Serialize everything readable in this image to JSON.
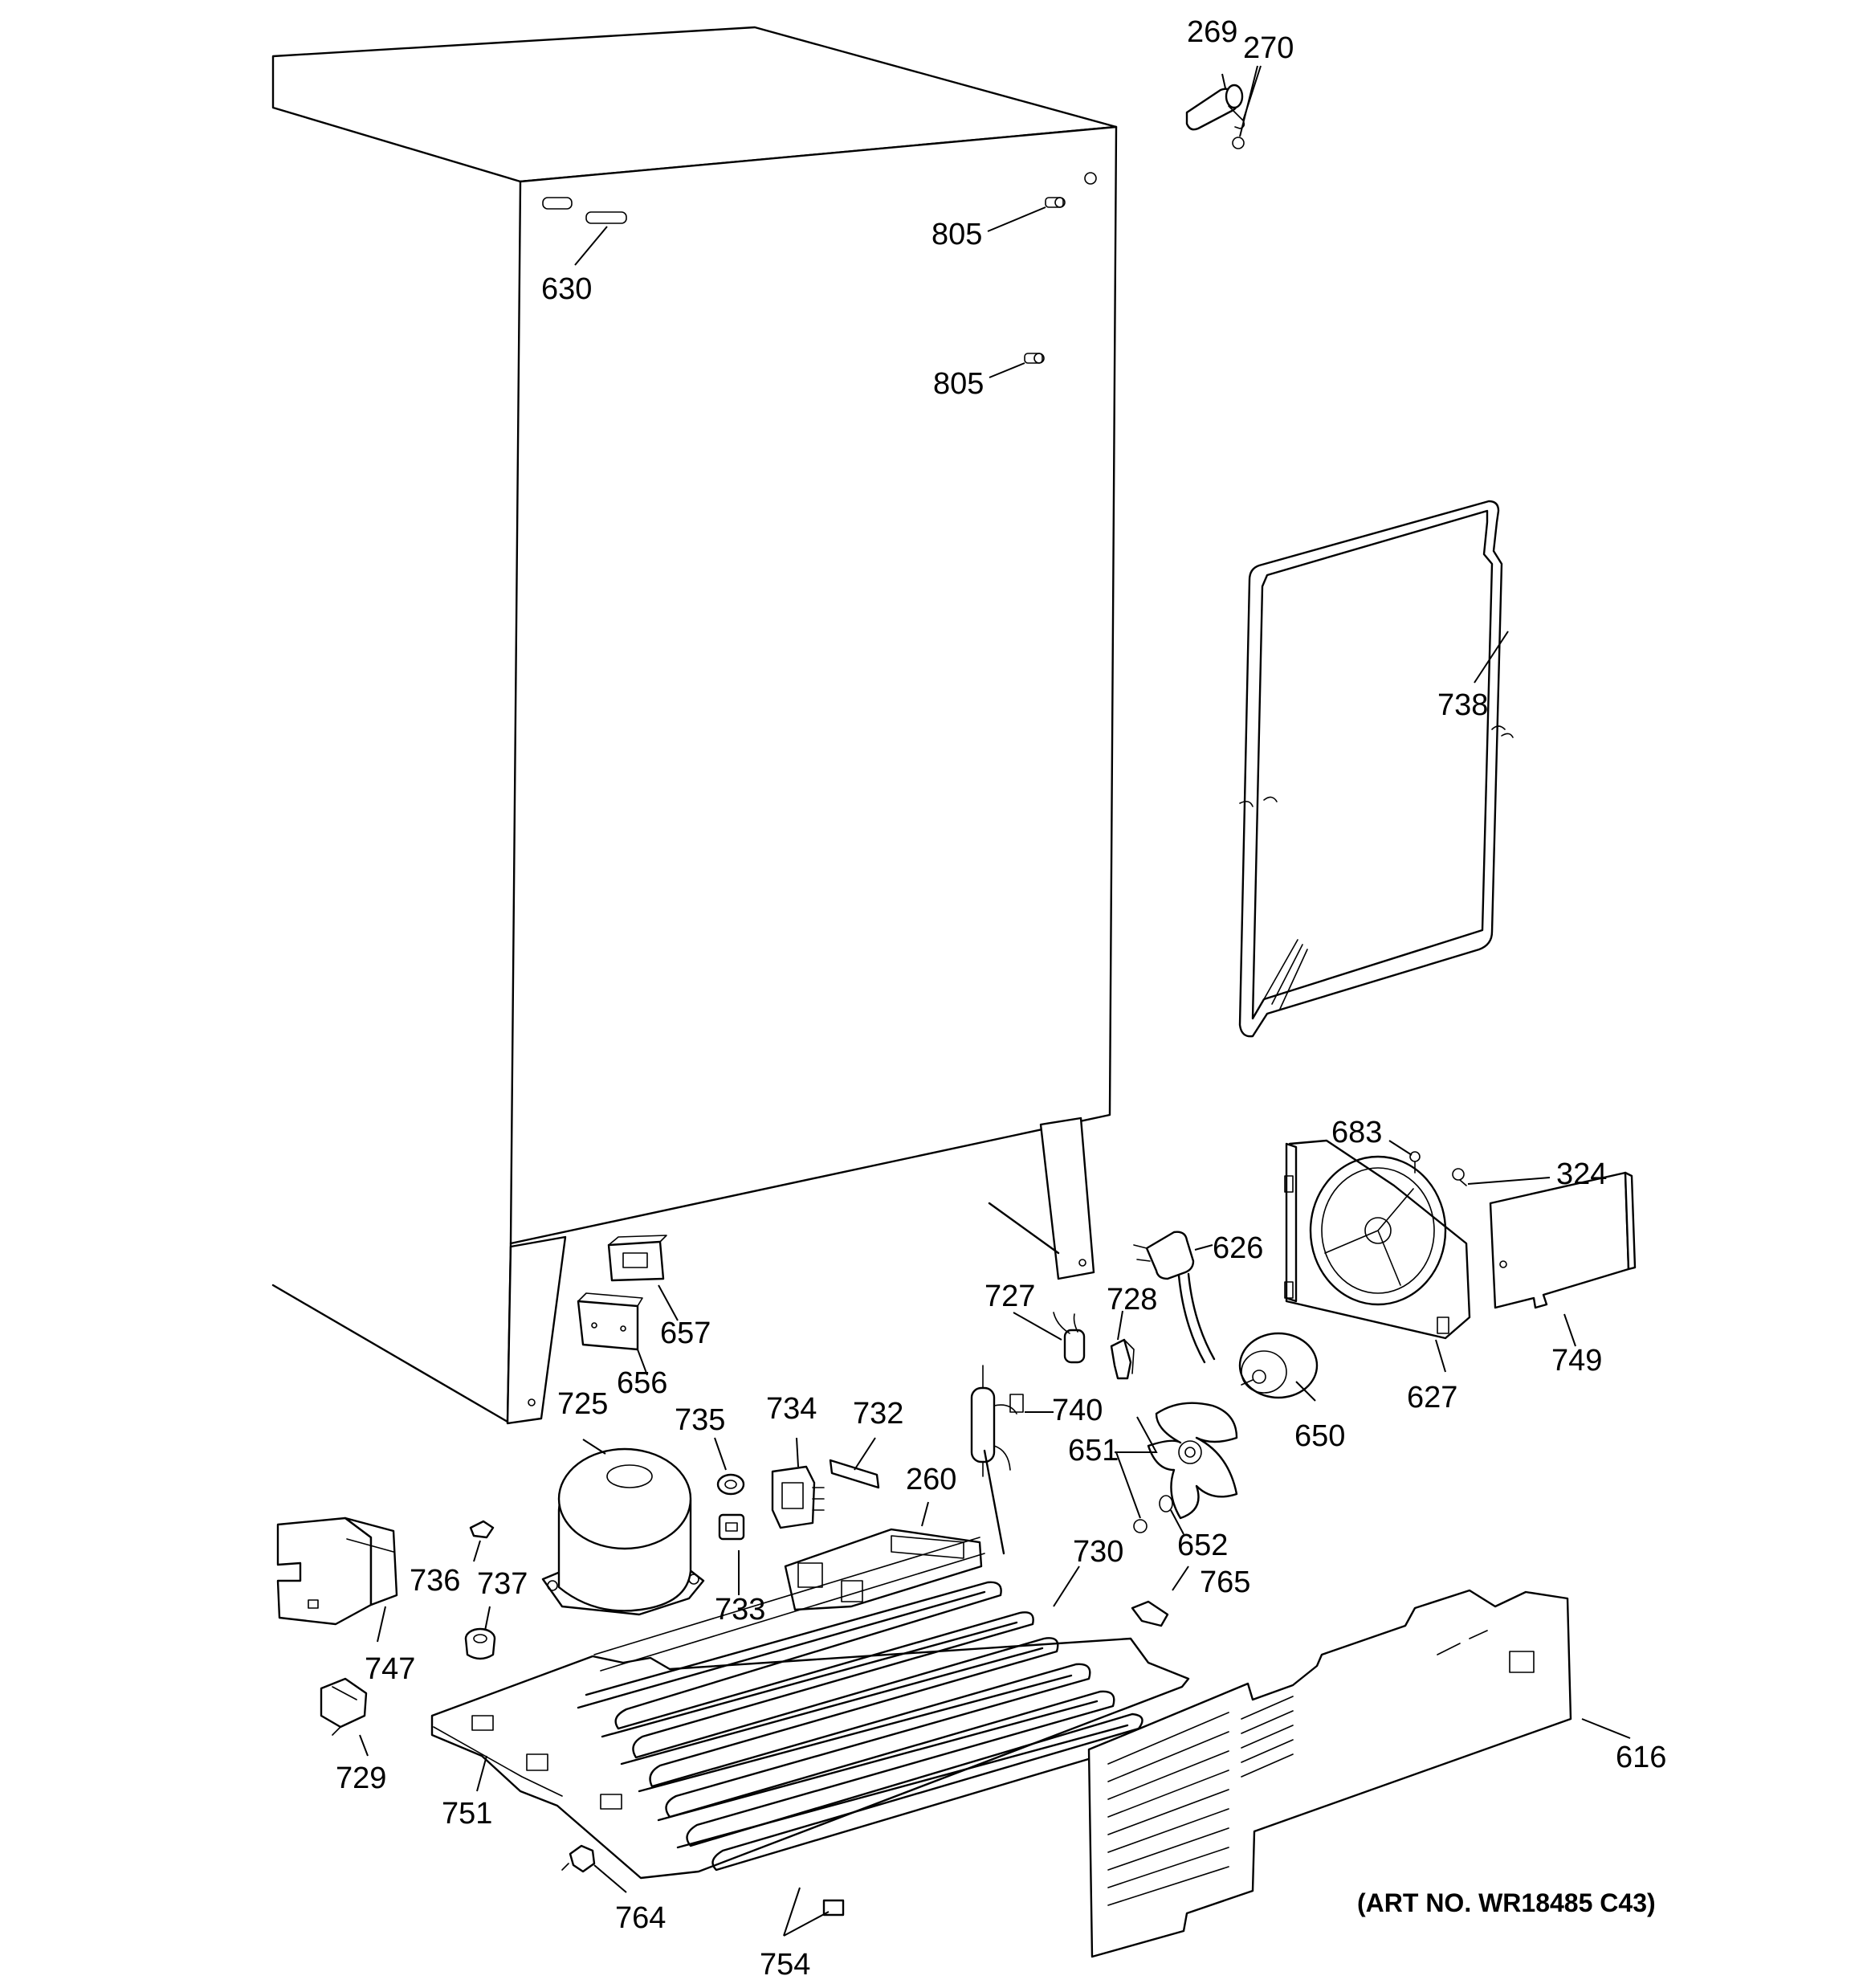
{
  "art_number": "(ART NO. WR18485 C43)",
  "part_labels": [
    {
      "id": "l269",
      "text": "269"
    },
    {
      "id": "l270",
      "text": "270"
    },
    {
      "id": "l805a",
      "text": "805"
    },
    {
      "id": "l630",
      "text": "630"
    },
    {
      "id": "l805b",
      "text": "805"
    },
    {
      "id": "l738",
      "text": "738"
    },
    {
      "id": "l683",
      "text": "683"
    },
    {
      "id": "l324",
      "text": "324"
    },
    {
      "id": "l626",
      "text": "626"
    },
    {
      "id": "l727",
      "text": "727"
    },
    {
      "id": "l728",
      "text": "728"
    },
    {
      "id": "l657",
      "text": "657"
    },
    {
      "id": "l656",
      "text": "656"
    },
    {
      "id": "l749",
      "text": "749"
    },
    {
      "id": "l627",
      "text": "627"
    },
    {
      "id": "l650",
      "text": "650"
    },
    {
      "id": "l725",
      "text": "725"
    },
    {
      "id": "l735",
      "text": "735"
    },
    {
      "id": "l734",
      "text": "734"
    },
    {
      "id": "l732",
      "text": "732"
    },
    {
      "id": "l740",
      "text": "740"
    },
    {
      "id": "l651",
      "text": "651"
    },
    {
      "id": "l260",
      "text": "260"
    },
    {
      "id": "l652",
      "text": "652"
    },
    {
      "id": "l730",
      "text": "730"
    },
    {
      "id": "l736",
      "text": "736"
    },
    {
      "id": "l737",
      "text": "737"
    },
    {
      "id": "l733",
      "text": "733"
    },
    {
      "id": "l765",
      "text": "765"
    },
    {
      "id": "l747",
      "text": "747"
    },
    {
      "id": "l616",
      "text": "616"
    },
    {
      "id": "l729",
      "text": "729"
    },
    {
      "id": "l751",
      "text": "751"
    },
    {
      "id": "l764",
      "text": "764"
    },
    {
      "id": "l754",
      "text": "754"
    }
  ]
}
